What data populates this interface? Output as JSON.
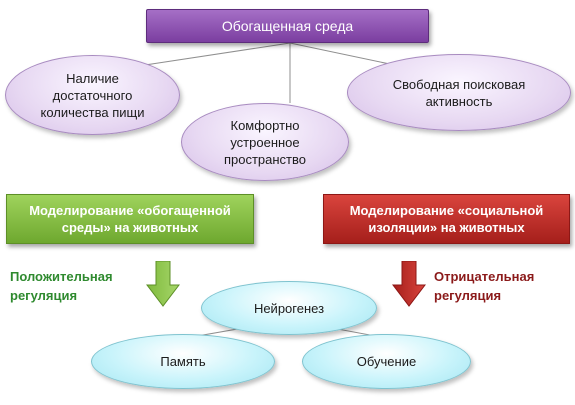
{
  "diagram": {
    "top_node": "Обогащенная среда",
    "factors": [
      {
        "text": "Наличие достаточного количества пищи"
      },
      {
        "text": "Комфортно устроенное пространство"
      },
      {
        "text": "Свободная поисковая активность"
      }
    ],
    "models": {
      "enriched": "Моделирование «обогащенной среды» на животных",
      "isolation": "Моделирование «социальной изоляции» на животных"
    },
    "regulation": {
      "positive": "Положительная регуляция",
      "negative": "Отрицательная регуляция"
    },
    "outcomes": {
      "center": "Нейрогенез",
      "left": "Память",
      "right": "Обучение"
    },
    "colors": {
      "title_box": "#8a4cb0",
      "factor_ellipses": "#e7d8f2",
      "enriched_box": "#7fba3c",
      "isolation_box": "#c0302a",
      "positive_text": "#2f8a2f",
      "negative_text": "#8b1a1a",
      "outcome_ellipses": "#c9f4fb"
    }
  }
}
